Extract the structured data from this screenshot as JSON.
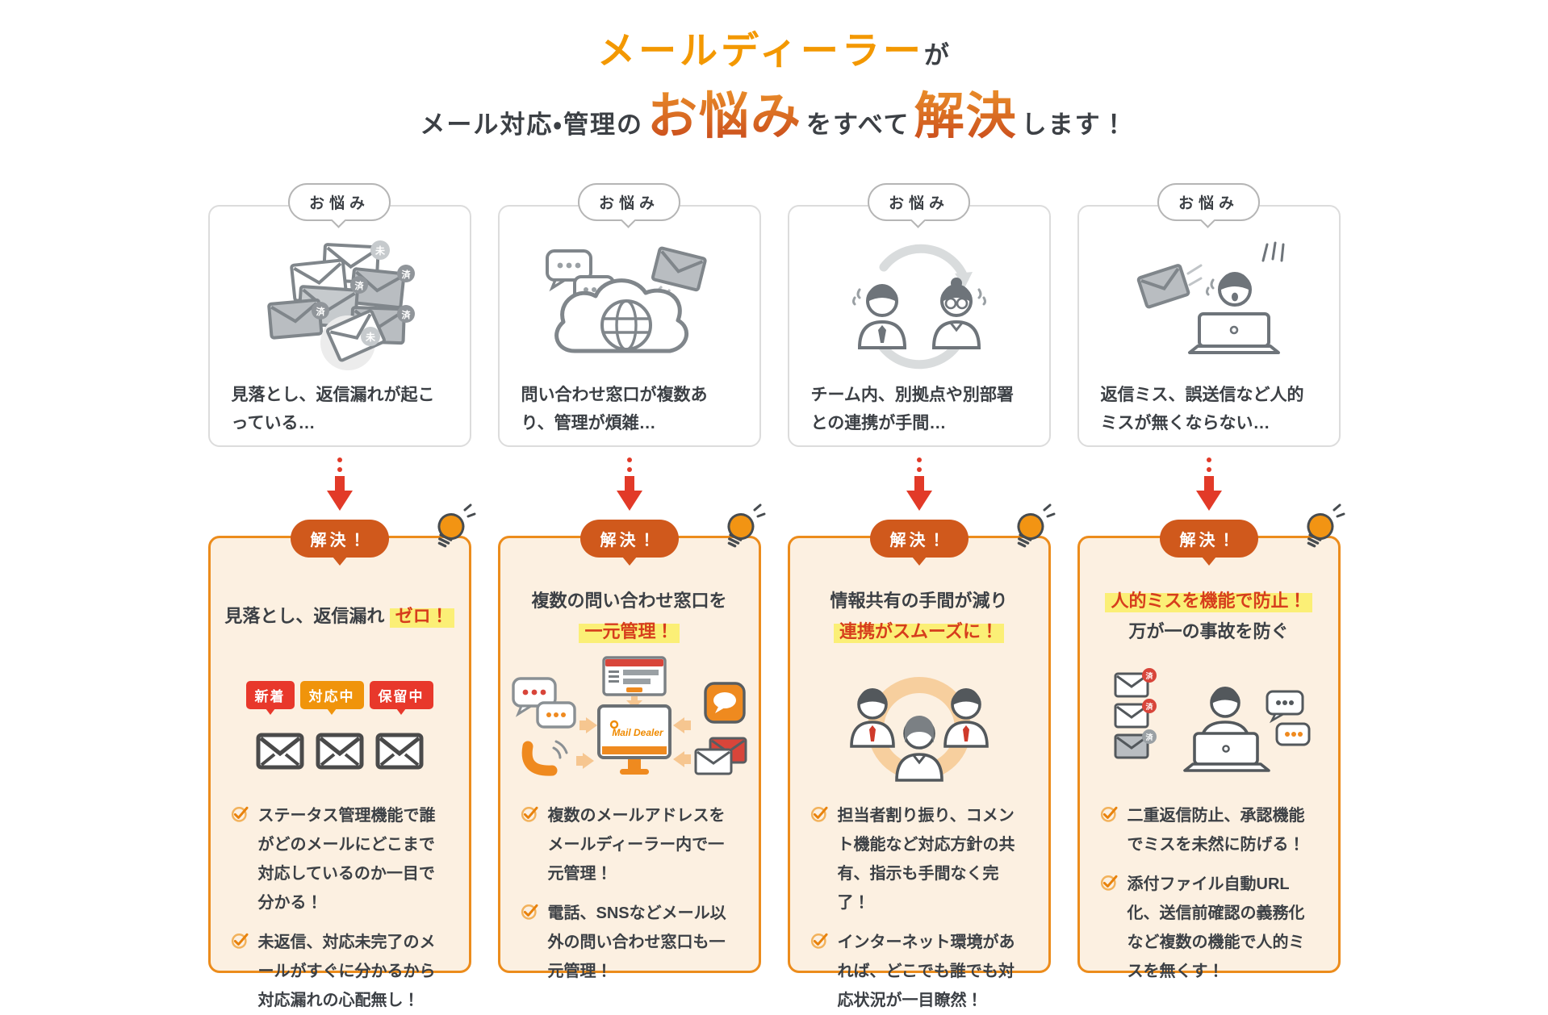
{
  "header": {
    "line1_brand": "メールディーラー",
    "line1_suffix": "が",
    "line2_pre": "メール対応・管理の",
    "line2_big1": "お悩み",
    "line2_mid": "をすべて",
    "line2_big2": "解決",
    "line2_post": "します！"
  },
  "labels": {
    "problem_badge": "お悩み",
    "solution_badge": "解決！"
  },
  "status_badges": [
    {
      "label": "新着",
      "color": "#e8382b"
    },
    {
      "label": "対応中",
      "color": "#f0940b"
    },
    {
      "label": "保留中",
      "color": "#e8382b"
    }
  ],
  "envelope_badges": {
    "unread": "未",
    "done": "済"
  },
  "product_logo": "Mail Dealer",
  "columns": [
    {
      "name": "missed-replies",
      "problem_text": "見落とし、返信漏れが起こっている…",
      "solution_title_plain": "見落とし、返信漏れ",
      "solution_title_red": "ゼロ！",
      "bullets": [
        "ステータス管理機能で誰がどのメールにどこまで対応しているのか一目で分かる！",
        "未返信、対応未完了のメールがすぐに分かるから対応漏れの心配無し！"
      ]
    },
    {
      "name": "multiple-channels",
      "problem_text": "問い合わせ窓口が複数あり、管理が煩雑…",
      "solution_title_plain": "複数の問い合わせ窓口を",
      "solution_title_red": "一元管理！",
      "bullets": [
        "複数のメールアドレスをメールディーラー内で一元管理！",
        "電話、SNSなどメール以外の問い合わせ窓口も一元管理！"
      ]
    },
    {
      "name": "team-coordination",
      "problem_text": "チーム内、別拠点や別部署との連携が手間…",
      "solution_title_plain": "情報共有の手間が減り",
      "solution_title_red": "連携がスムーズに！",
      "bullets": [
        "担当者割り振り、コメント機能など対応方針の共有、指示も手間なく完了！",
        "インターネット環境があれば、どこでも誰でも対応状況が一目瞭然！"
      ]
    },
    {
      "name": "human-error",
      "problem_text": "返信ミス、誤送信など人的ミスが無くならない…",
      "solution_title_red": "人的ミスを機能で防止！",
      "solution_title_plain": "万が一の事故を防ぐ",
      "bullets": [
        "二重返信防止、承認機能でミスを未然に防げる！",
        "添付ファイル自動URL化、送信前確認の義務化など複数の機能で人的ミスを無くす！"
      ]
    }
  ],
  "icons": {
    "lightbulb": "lightbulb-icon",
    "check": "check-circle-icon",
    "arrow_down": "red-arrow-down-icon",
    "envelope": "envelope-icon",
    "speech_bubble": "speech-bubble-icon",
    "phone": "phone-icon",
    "cloud_globe": "cloud-globe-icon"
  },
  "colors": {
    "brand_orange": "#f39800",
    "gradient_top": "#f09a2c",
    "gradient_bottom": "#c8491c",
    "accent_red": "#d63d1d",
    "highlight_yellow": "#fbef76",
    "solution_border": "#ec8c1c",
    "solution_bg": "#fcf0e1",
    "solution_badge_bg": "#d0591c",
    "arrow_red": "#e23a28",
    "status_red": "#e8382b",
    "status_orange": "#f0940b",
    "text_dark": "#3c4045",
    "card_border": "#dcdcdc"
  }
}
